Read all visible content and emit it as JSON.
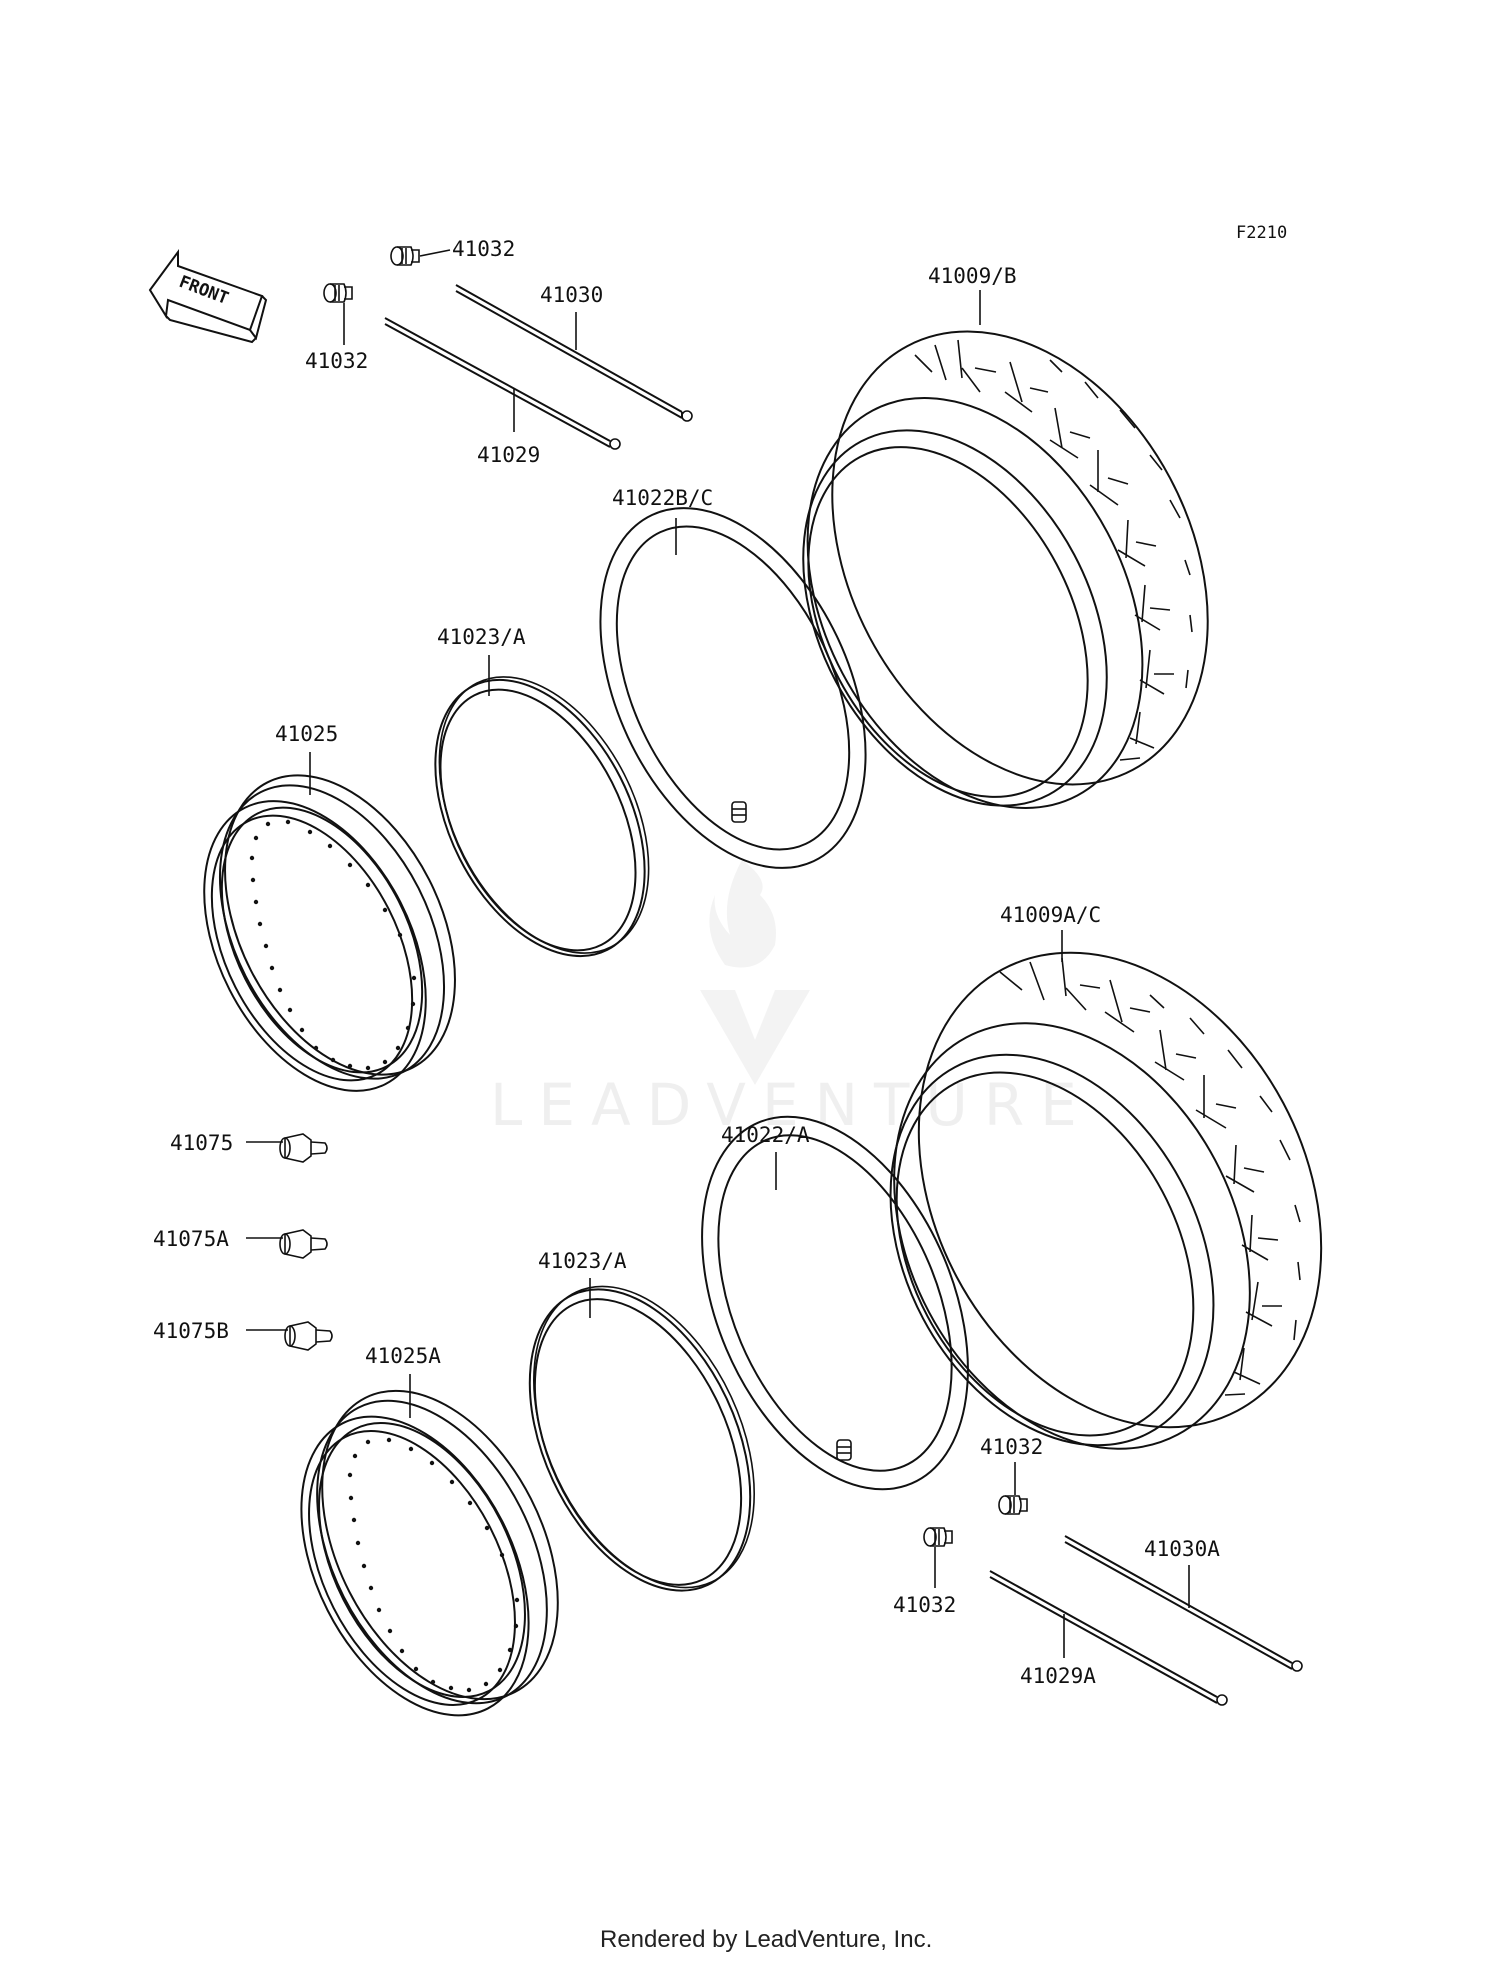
{
  "diagram_code": "F2210",
  "front_label": "FRONT",
  "watermark": {
    "text": "LEADVENTURE"
  },
  "footer": "Rendered by LeadVenture, Inc.",
  "labels": {
    "valve_cap_top_right": "41032",
    "valve_cap_top_left": "41032",
    "spoke_outer_top": "41030",
    "spoke_inner_top": "41029",
    "tire_top": "41009/B",
    "tube_top": "41022B/C",
    "rim_band_top": "41023/A",
    "rim_top": "41025",
    "tire_bottom": "41009A/C",
    "nipple_1": "41075",
    "nipple_2": "41075A",
    "nipple_3": "41075B",
    "tube_bottom": "41022/A",
    "rim_band_bottom": "41023/A",
    "rim_bottom": "41025A",
    "valve_cap_bottom_right": "41032",
    "valve_cap_bottom_left": "41032",
    "spoke_outer_bottom": "41030A",
    "spoke_inner_bottom": "41029A"
  }
}
